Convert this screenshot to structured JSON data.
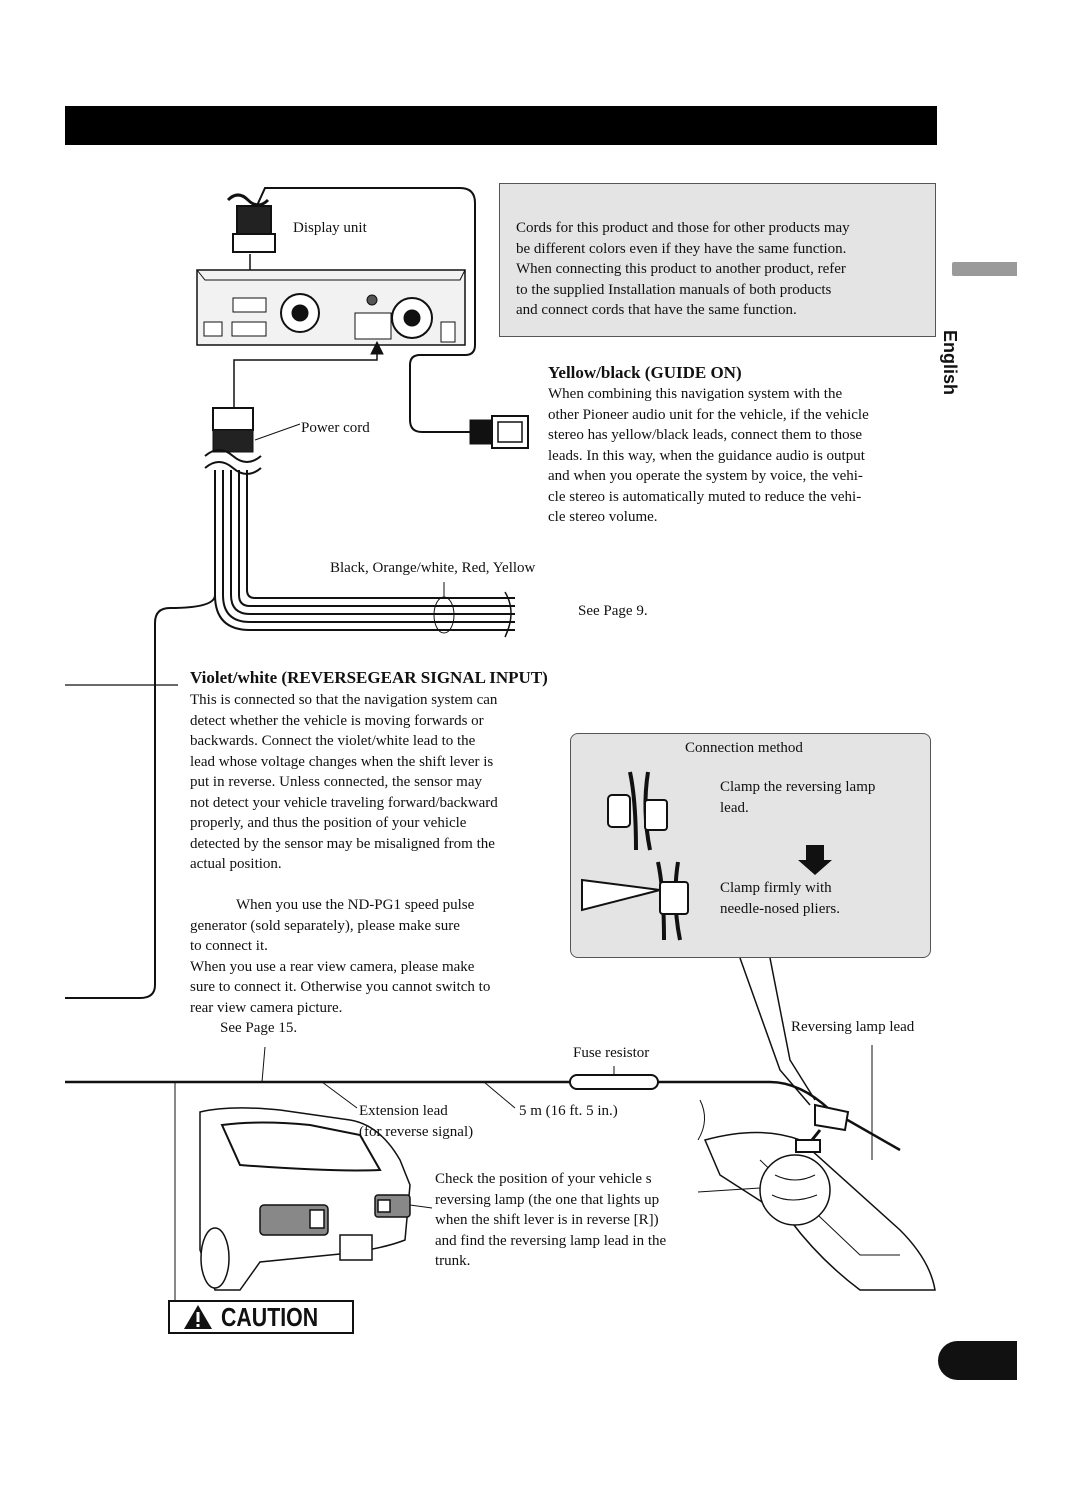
{
  "header": {
    "title": ""
  },
  "side_tab": {
    "language": "English"
  },
  "note_box": {
    "lines": [
      "Cords for this product and those for other products may",
      "be different colors even if they have the same function.",
      "When connecting this product to another product, refer",
      "to the supplied Installation manuals of both products",
      "and connect cords that have the same function."
    ]
  },
  "diagram_labels": {
    "display_unit": "Display unit",
    "power_cord": "Power cord",
    "lead_colors": "Black, Orange/white, Red, Yellow",
    "see_page_9": "See Page 9.",
    "fuse_resistor": "Fuse resistor",
    "extension_lead": "Extension lead",
    "for_reverse_signal": "(for reverse signal)",
    "length": "5 m (16 ft. 5 in.)",
    "reversing_lamp_lead": "Reversing lamp lead"
  },
  "guide_on": {
    "heading": "Yellow/black (GUIDE ON)",
    "lines": [
      "When combining this navigation system with the",
      "other Pioneer audio unit for the vehicle, if the vehicle",
      "stereo has yellow/black leads, connect them to those",
      "leads. In this way, when the guidance audio is output",
      "and when you operate the system by voice, the vehi-",
      "cle stereo is automatically muted to reduce the vehi-",
      "cle stereo volume."
    ]
  },
  "reverse_gear": {
    "heading": "Violet/white (REVERSEGEAR SIGNAL INPUT)",
    "lines": [
      "This is connected so that the navigation system can",
      "detect whether the vehicle is moving forwards or",
      "backwards. Connect the violet/white lead to the",
      "lead whose voltage changes when the shift lever is",
      "put in reverse. Unless connected, the sensor may",
      "not detect your vehicle traveling forward/backward",
      "properly, and thus the position of your vehicle",
      "detected by the sensor may be misaligned from the",
      "actual position."
    ],
    "note_lines": [
      "When you use the ND-PG1 speed pulse",
      "generator (sold separately), please make sure",
      "to connect it.",
      "When you use a rear view camera, please make",
      "sure to connect it. Otherwise you cannot switch to",
      "rear view camera picture."
    ],
    "see_page": "See Page 15."
  },
  "connection_method": {
    "title": "Connection method",
    "step1_lines": [
      "Clamp the reversing lamp",
      "lead."
    ],
    "step2_lines": [
      "Clamp firmly with",
      "needle-nosed pliers."
    ]
  },
  "check_position": {
    "lines": [
      "Check the position of your vehicle s",
      "reversing lamp (the one that lights up",
      "when the shift lever is in reverse [R])",
      "and find the reversing lamp lead in the",
      "trunk."
    ]
  },
  "caution": {
    "label": "CAUTION"
  }
}
